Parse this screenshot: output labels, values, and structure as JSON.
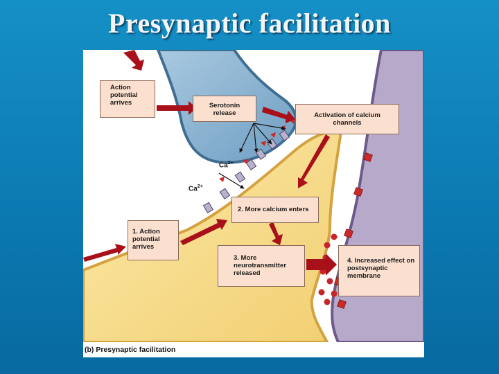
{
  "slide": {
    "title": "Presynaptic facilitation"
  },
  "figure": {
    "labels": {
      "action_potential_arrives_top": "Action potential arrives",
      "serotonin_release": "Serotonin release",
      "activation_of_calcium_channels": "Activation of calcium channels",
      "more_calcium_enters": "2. More calcium enters",
      "action_potential_arrives_1": "1. Action potential arrives",
      "more_neurotransmitter_released": "3. More neurotransmitter released",
      "increased_effect": "4. Increased effect on postsynaptic membrane"
    },
    "ion": {
      "base": "Ca",
      "charge": "2+"
    },
    "caption": "(b) Presynaptic facilitation"
  },
  "colors": {
    "background": "#0f85bd",
    "presynaptic_terminal": "#f6dd8a",
    "serotonergic_terminal": "#8fb7d4",
    "postsynaptic_cell": "#b7a9c9",
    "arrow": "#a8101a",
    "label_box": "#fbe0cf",
    "receptor": "#cc2a2a",
    "vesicle_dot": "#c8242a"
  }
}
